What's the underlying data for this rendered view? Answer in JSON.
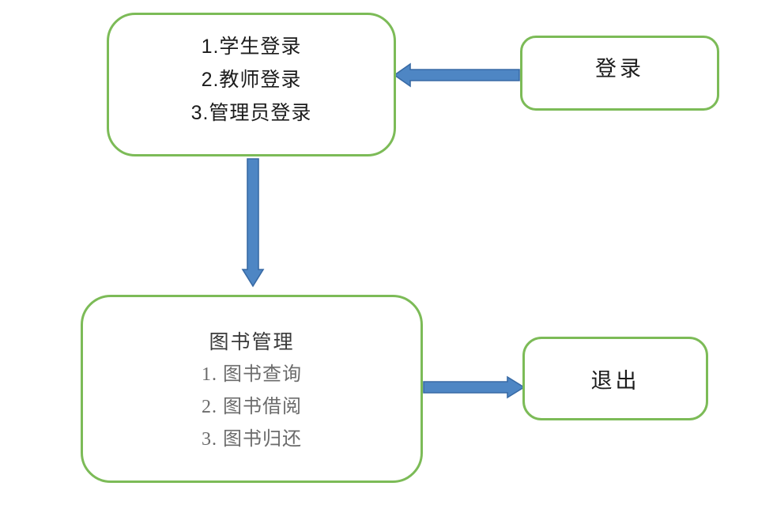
{
  "diagram": {
    "nodes": {
      "login_menu": {
        "lines": [
          "1.学生登录",
          "2.教师登录",
          "3.管理员登录"
        ]
      },
      "login": {
        "label": "登录"
      },
      "book_management": {
        "title": "图书管理",
        "items": [
          "1. 图书查询",
          "2. 图书借阅",
          "3. 图书归还"
        ]
      },
      "exit": {
        "label": "退出"
      }
    },
    "connections": [
      {
        "from": "login",
        "to": "login_menu",
        "direction": "left"
      },
      {
        "from": "login_menu",
        "to": "book_management",
        "direction": "down"
      },
      {
        "from": "book_management",
        "to": "exit",
        "direction": "right"
      }
    ]
  },
  "colors": {
    "box_border": "#7CBB57",
    "arrow_fill": "#4E86C4",
    "arrow_stroke": "#386AA5",
    "text_primary": "#1C1C1C",
    "text_title": "#3A3A3A",
    "text_muted": "#6B6B6B",
    "background": "#FFFFFF"
  }
}
